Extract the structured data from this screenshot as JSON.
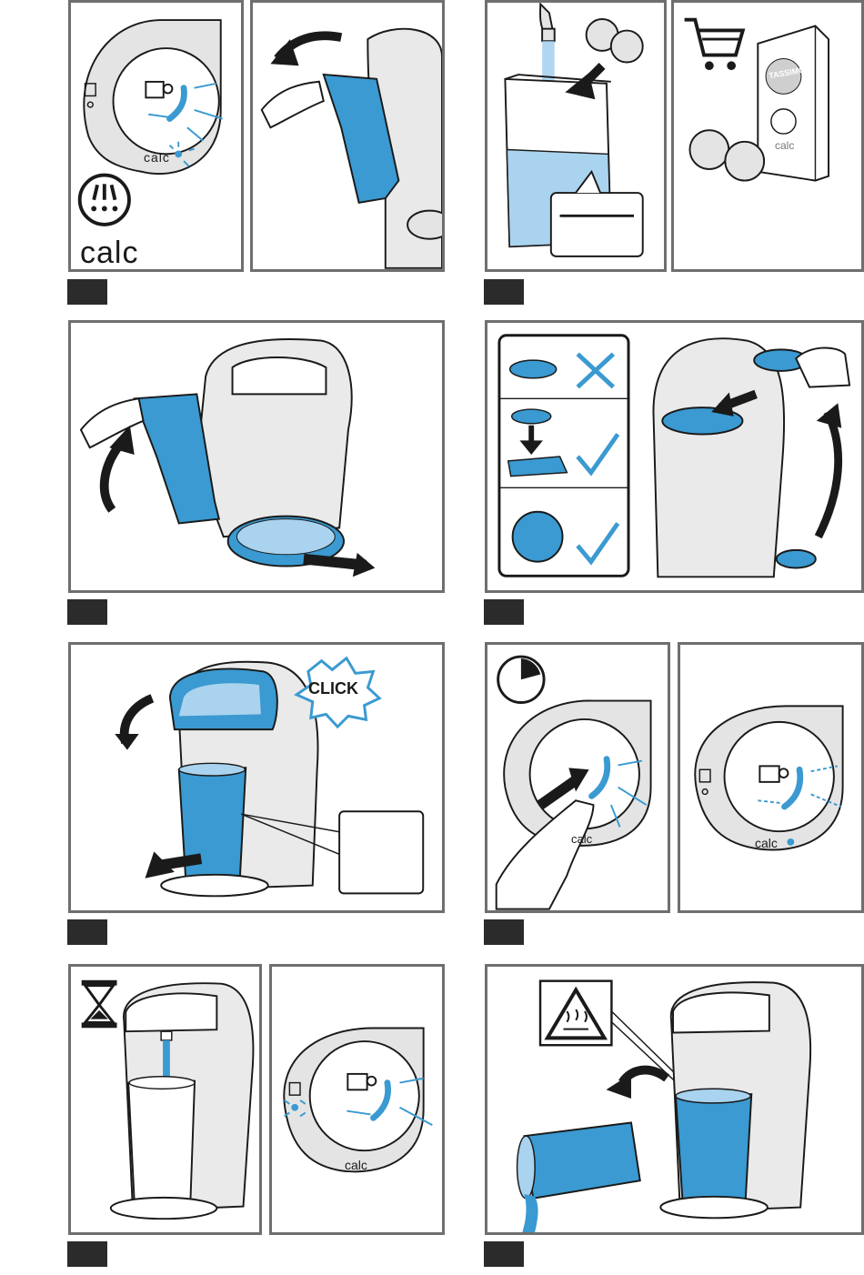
{
  "labels": {
    "calc_big": "calc",
    "calc_small": "calc",
    "brand": "TASSIMO",
    "click": "CLICK"
  },
  "colors": {
    "accent_blue": "#3a9ad1",
    "light_blue": "#a9d3ee",
    "outline": "#1a1a1a",
    "frame": "#6f6f6f",
    "step_tab": "#2b2b2b",
    "machine_grey": "#e4e4e4"
  },
  "icons": [
    "descale-icon",
    "cart-icon",
    "stopwatch-icon",
    "hourglass-icon",
    "hot-surface-warning-icon",
    "check-icon",
    "cross-icon",
    "cup-icon"
  ]
}
